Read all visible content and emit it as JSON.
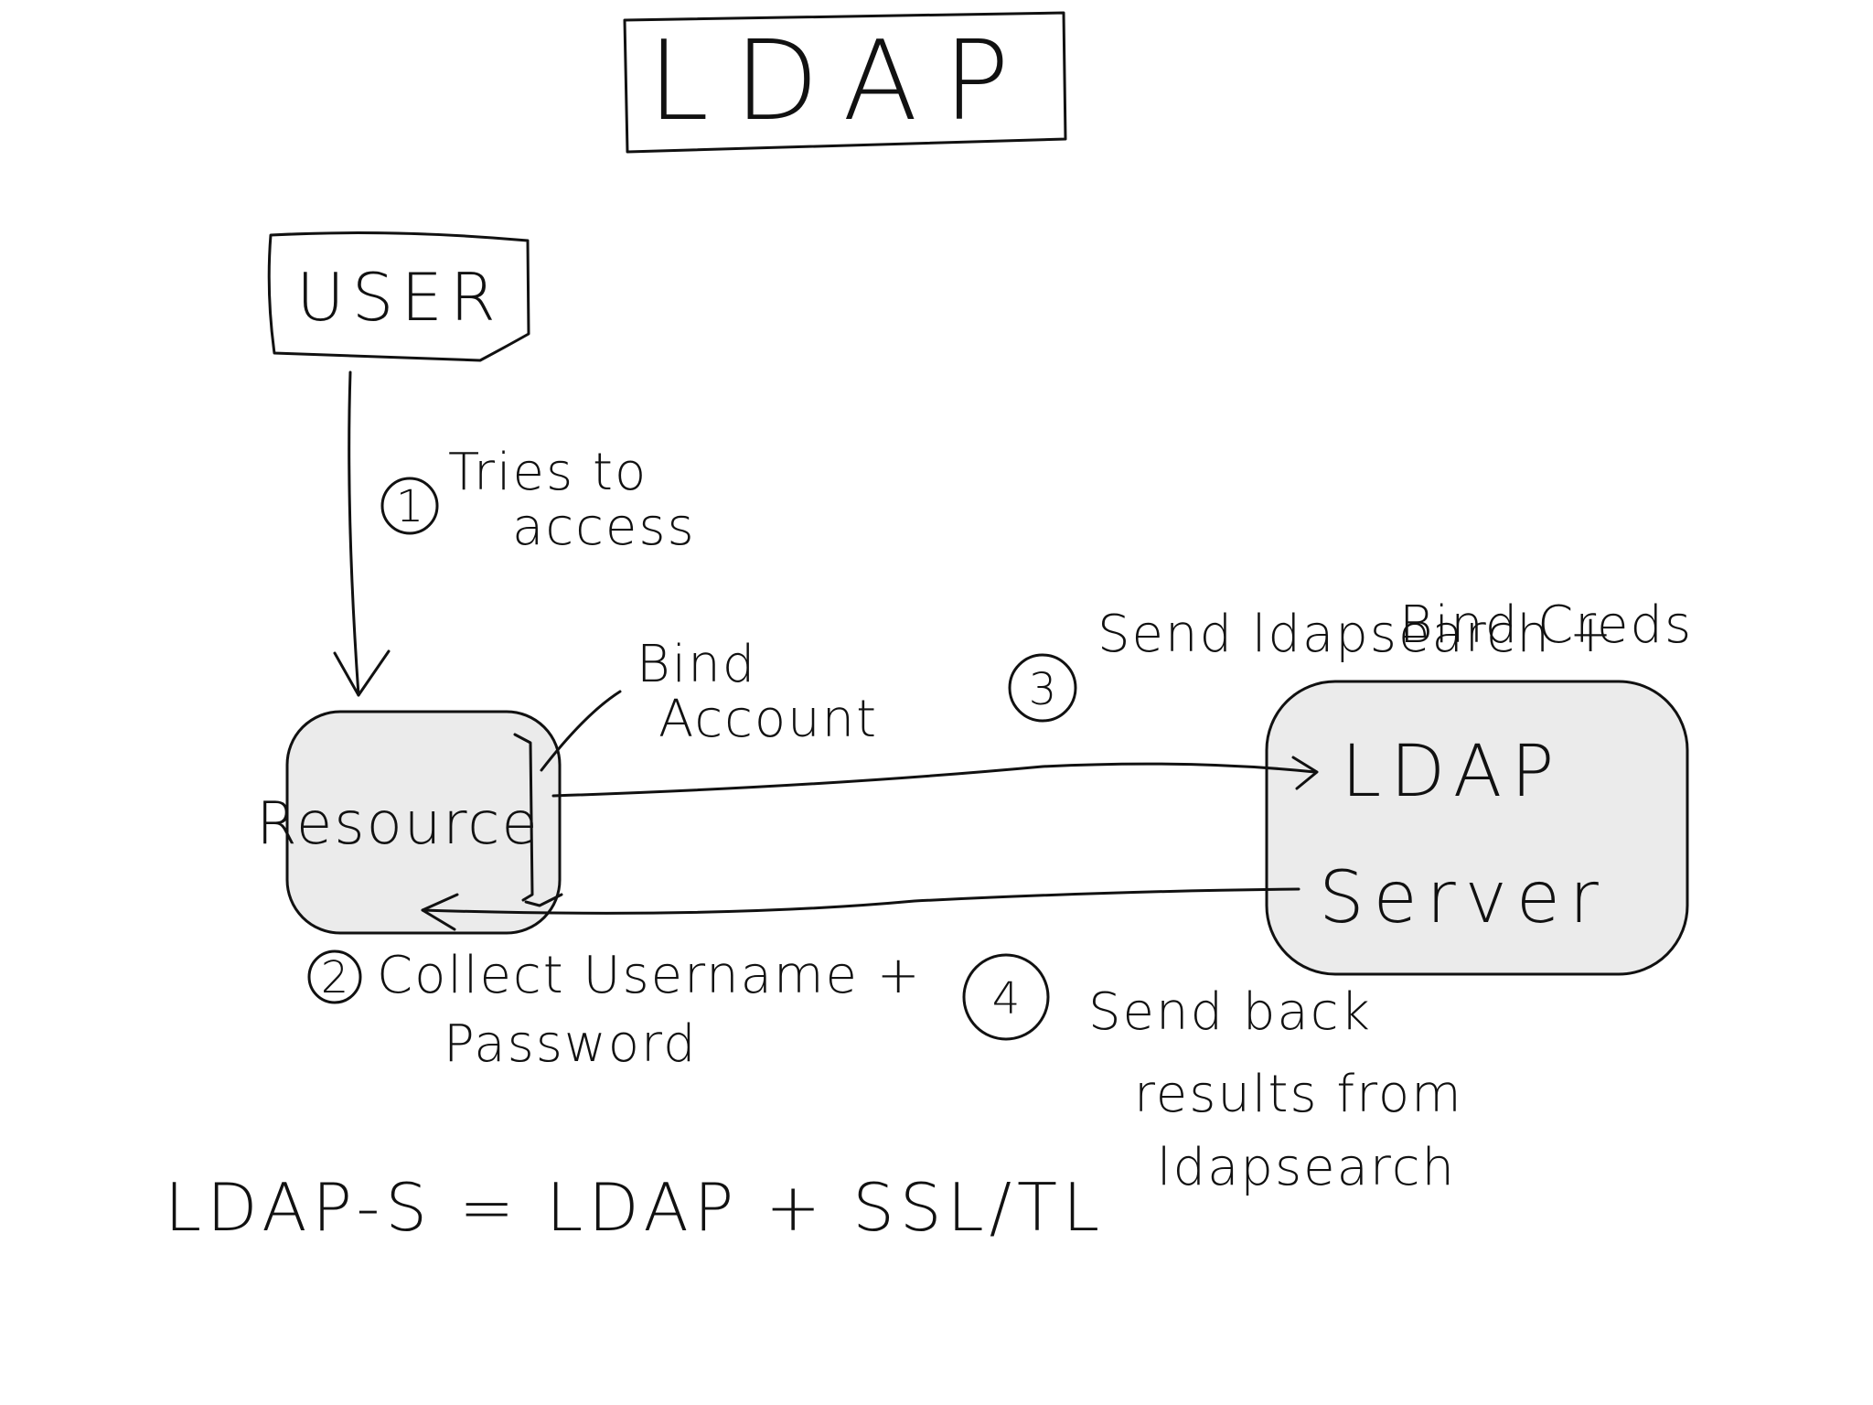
{
  "title": "LDAP",
  "nodes": {
    "user": "USER",
    "resource": "Resource",
    "server_line1": "LDAP",
    "server_line2": "Server"
  },
  "bind_account": {
    "line1": "Bind",
    "line2": "Account"
  },
  "steps": [
    {
      "num": "1",
      "line1": "Tries to",
      "line2": "access"
    },
    {
      "num": "2",
      "line1": "Collect Username +",
      "line2": "Password"
    },
    {
      "num": "3",
      "line1": "Send ldapsearch +",
      "line2": "Bind Creds"
    },
    {
      "num": "4",
      "line1": "Send back",
      "line2": "results from",
      "line3": "ldapsearch"
    }
  ],
  "footnote": "LDAP-S = LDAP + SSL/TL",
  "colors": {
    "ink": "#111111",
    "node_fill": "#ebebeb",
    "background": "#ffffff"
  }
}
